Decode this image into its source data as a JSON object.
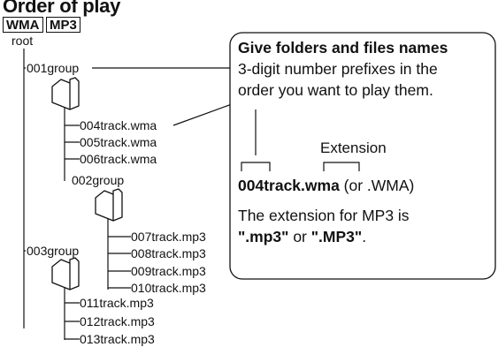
{
  "heading": "Order of play",
  "badges": [
    "WMA",
    "MP3"
  ],
  "tree": {
    "root": "root",
    "groups": [
      "001group",
      "002group",
      "003group"
    ],
    "tracks": [
      "004track.wma",
      "005track.wma",
      "006track.wma",
      "007track.mp3",
      "008track.mp3",
      "009track.mp3",
      "010track.mp3",
      "011track.mp3",
      "012track.mp3",
      "013track.mp3"
    ]
  },
  "callout": {
    "title": "Give folders and files names",
    "line2": "3-digit number prefixes in the",
    "line3": "order you want to play them.",
    "extension_label": "Extension",
    "example_name": "004track.wma",
    "example_alt": " (or .WMA)",
    "note_line1": "The extension for MP3 is",
    "note_ext1": "\".mp3\"",
    "note_or": " or ",
    "note_ext2": "\".MP3\"",
    "note_end": "."
  }
}
